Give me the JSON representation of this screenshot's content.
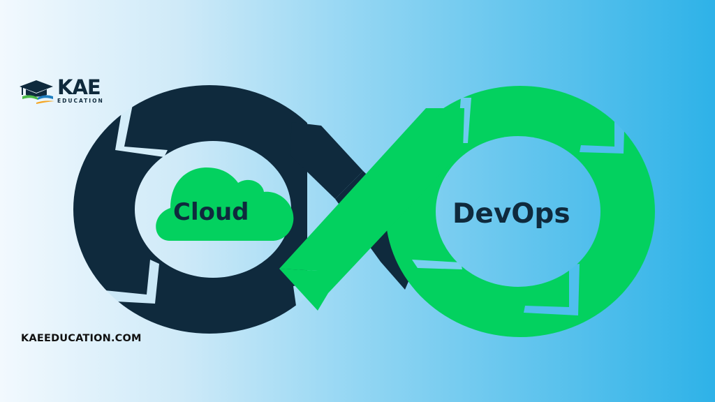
{
  "brand": {
    "name": "KAE",
    "subtitle": "EDUCATION",
    "website": "KAEEDUCATION.COM"
  },
  "graphic": {
    "type": "infinity-loop",
    "left_loop_label": "Cloud",
    "right_loop_label": "DevOps",
    "left_icon": "cloud-icon"
  },
  "colors": {
    "dark_navy": "#0f2a3d",
    "green": "#03d15f",
    "background_left": "#f2f9fe",
    "background_right": "#2eb2e8",
    "logo_blue": "#1f7fc1",
    "logo_green": "#4cbb47",
    "logo_orange": "#f5a623"
  }
}
